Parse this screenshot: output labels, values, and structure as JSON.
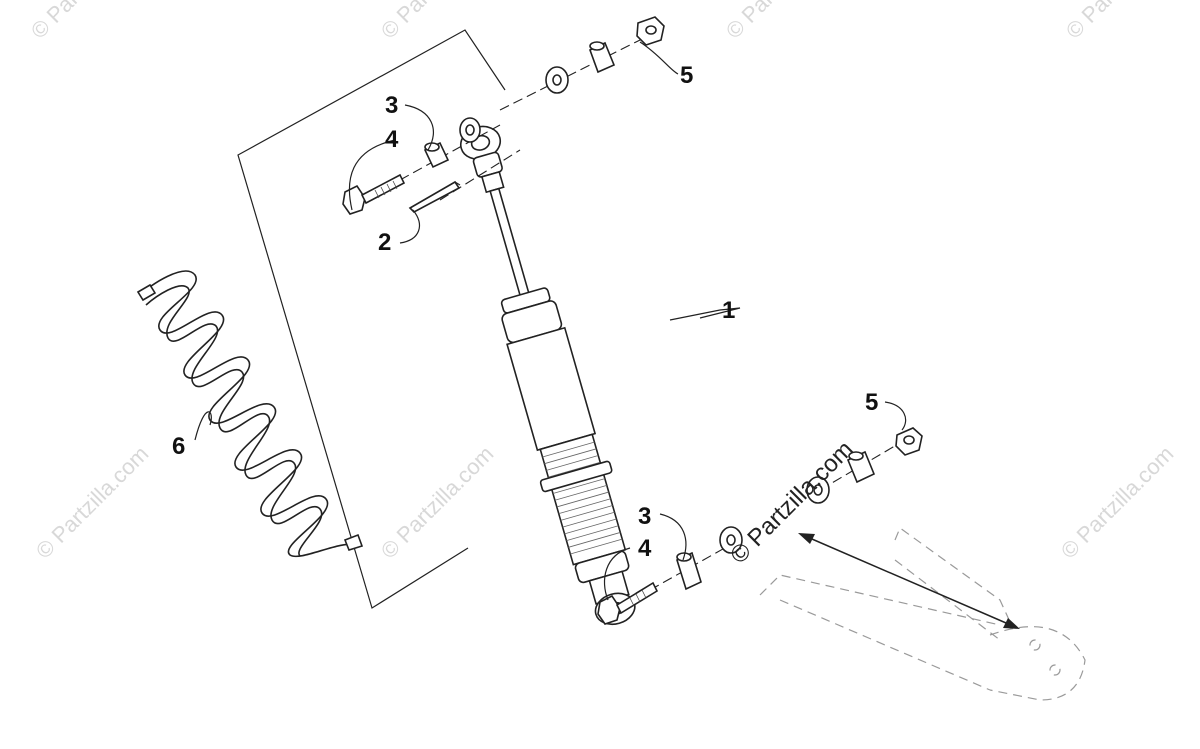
{
  "callouts": {
    "c1": "1",
    "c2": "2",
    "c3_upper": "3",
    "c4_upper": "4",
    "c5_upper": "5",
    "c6": "6",
    "c3_lower": "3",
    "c4_lower": "4",
    "c5_lower": "5"
  },
  "watermark": {
    "main": "© Partzilla.com",
    "small": "© Partzilla.com"
  },
  "colors": {
    "line": "#222222",
    "watermark": "#d8d8d8",
    "ghost": "#9a9a9a"
  }
}
